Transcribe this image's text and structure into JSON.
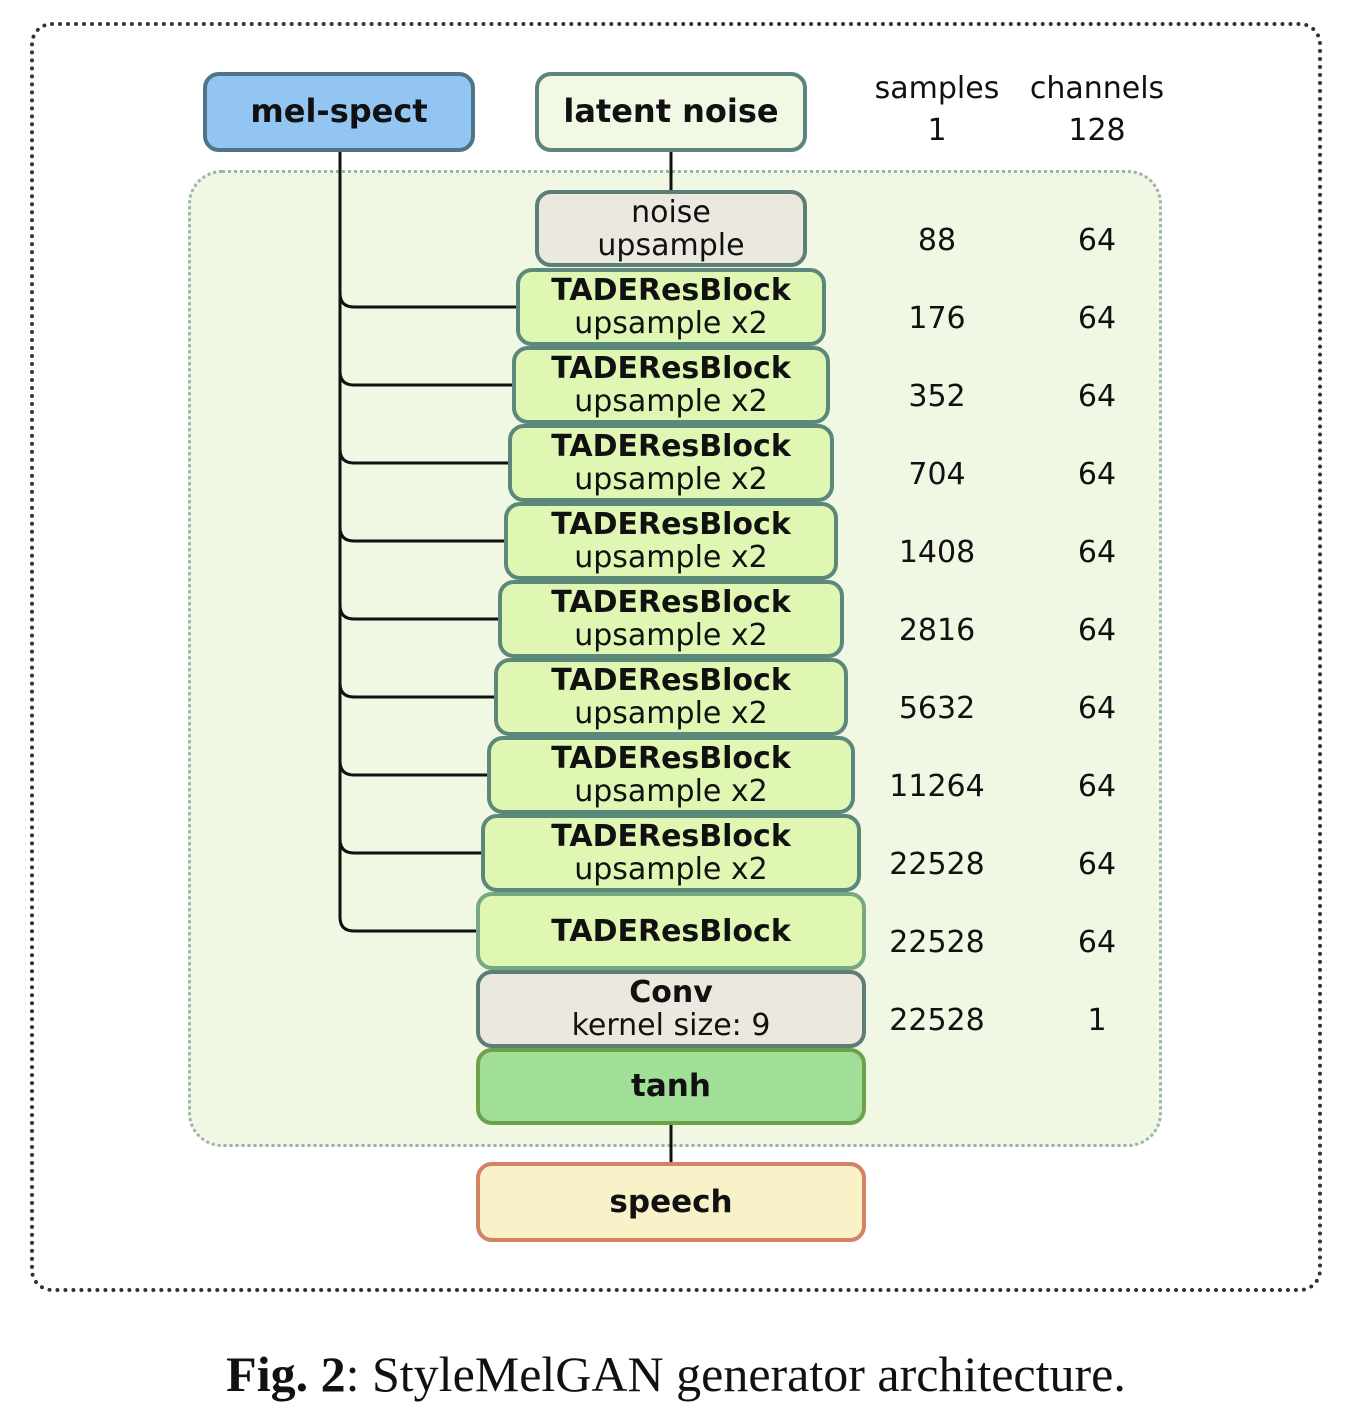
{
  "inputs": {
    "mel": "mel-spect",
    "latent": "latent noise"
  },
  "noise_upsample": {
    "line1": "noise",
    "line2": "upsample"
  },
  "blocks": [
    {
      "title": "TADEResBlock",
      "sub": "upsample x2"
    },
    {
      "title": "TADEResBlock",
      "sub": "upsample x2"
    },
    {
      "title": "TADEResBlock",
      "sub": "upsample x2"
    },
    {
      "title": "TADEResBlock",
      "sub": "upsample x2"
    },
    {
      "title": "TADEResBlock",
      "sub": "upsample x2"
    },
    {
      "title": "TADEResBlock",
      "sub": "upsample x2"
    },
    {
      "title": "TADEResBlock",
      "sub": "upsample x2"
    },
    {
      "title": "TADEResBlock",
      "sub": "upsample x2"
    },
    {
      "title": "TADEResBlock",
      "sub": ""
    }
  ],
  "conv": {
    "title": "Conv",
    "sub": "kernel size: 9"
  },
  "tanh": "tanh",
  "output": "speech",
  "table": {
    "samples_header": "samples",
    "channels_header": "channels",
    "rows": [
      {
        "samples": "1",
        "channels": "128"
      },
      {
        "samples": "88",
        "channels": "64"
      },
      {
        "samples": "176",
        "channels": "64"
      },
      {
        "samples": "352",
        "channels": "64"
      },
      {
        "samples": "704",
        "channels": "64"
      },
      {
        "samples": "1408",
        "channels": "64"
      },
      {
        "samples": "2816",
        "channels": "64"
      },
      {
        "samples": "5632",
        "channels": "64"
      },
      {
        "samples": "11264",
        "channels": "64"
      },
      {
        "samples": "22528",
        "channels": "64"
      },
      {
        "samples": "22528",
        "channels": "64"
      },
      {
        "samples": "22528",
        "channels": "1"
      }
    ]
  },
  "caption": {
    "fig": "Fig. 2",
    "text": ": StyleMelGAN generator architecture."
  }
}
